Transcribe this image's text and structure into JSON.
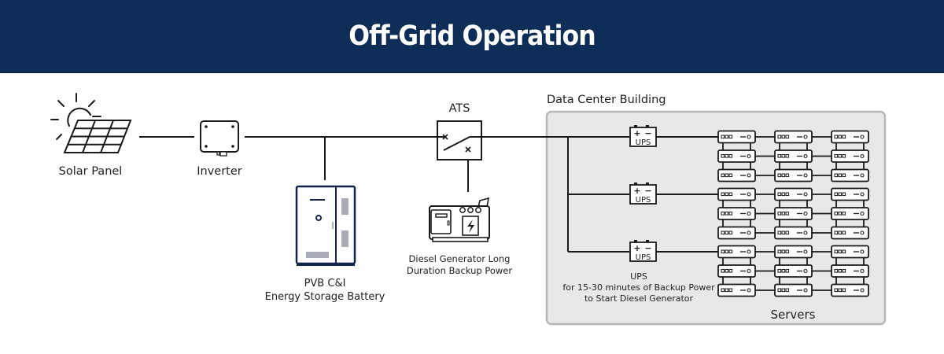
{
  "title": "Off-Grid Operation",
  "colors": {
    "header_bg": "#0e2d57",
    "title_text": "#ffffff",
    "line": "#1a1a1a",
    "battery_outline": "#14244a",
    "building_bg": "#e8e8e9",
    "building_border": "#b7b7b9"
  },
  "components": {
    "solar_panel": {
      "label": "Solar Panel",
      "icon": "solar-panel-icon"
    },
    "inverter": {
      "label": "Inverter",
      "icon": "inverter-icon"
    },
    "battery": {
      "label_line1": "PVB C&I",
      "label_line2": "Energy Storage Battery",
      "icon": "battery-cabinet-icon"
    },
    "ats": {
      "label": "ATS",
      "icon": "transfer-switch-icon"
    },
    "generator": {
      "label_line1": "Diesel Generator Long",
      "label_line2": "Duration Backup Power",
      "icon": "diesel-generator-icon"
    }
  },
  "data_center": {
    "label": "Data Center Building",
    "ups_units": [
      {
        "label": "UPS",
        "plus": "+",
        "minus": "−"
      },
      {
        "label": "UPS",
        "plus": "+",
        "minus": "−"
      },
      {
        "label": "UPS",
        "plus": "+",
        "minus": "−"
      }
    ],
    "ups_description": [
      "UPS",
      "for 15-30 minutes of Backup Power",
      "to Start Diesel Generator"
    ],
    "servers_label": "Servers",
    "server_groups": 3,
    "servers_per_group_rows": 3,
    "server_columns": 3,
    "server_glyph_dots": "ooo",
    "server_glyph_switch": "−o"
  }
}
